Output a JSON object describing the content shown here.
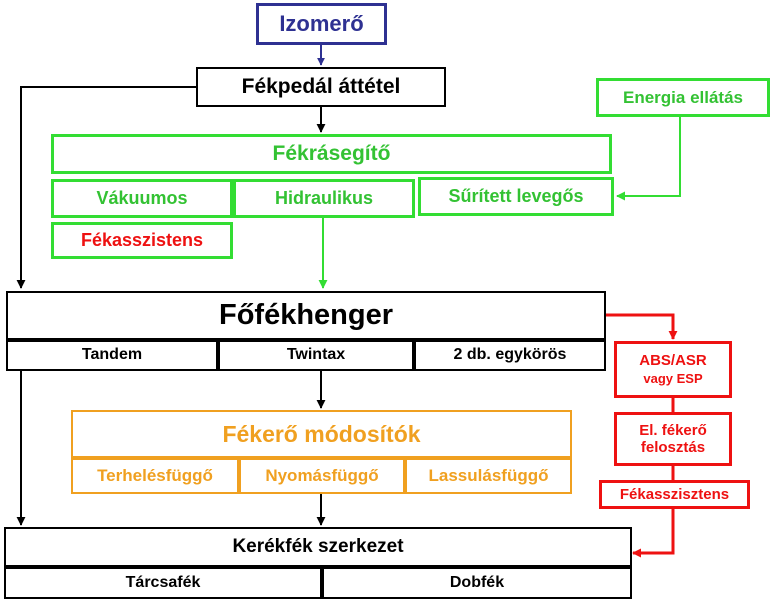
{
  "nodes": {
    "izomero": "Izomerő",
    "fekpedal": "Fékpedál áttétel",
    "energia": "Energia ellátás",
    "fekrasegito": "Fékrásegítő",
    "vakuumos": "Vákuumos",
    "hidraulikus": "Hidraulikus",
    "suritett": "Sűrített levegős",
    "fekasszistens_green": "Fékasszistens",
    "fofekhenger": "Főfékhenger",
    "tandem": "Tandem",
    "twintax": "Twintax",
    "egykoros": "2 db. egykörös",
    "absasr": "ABS/ASR",
    "vagyesp": "vagy ESP",
    "elfekero_1": "El. fékerő",
    "elfekero_2": "felosztás",
    "fekasszisztens_red": "Fékasszisztens",
    "fekeromodositok": "Fékerő módosítók",
    "terhelesfuggo": "Terhelésfüggő",
    "nyomasfuggo": "Nyomásfüggő",
    "lassulasfuggo": "Lassulásfüggő",
    "kerekfek": "Kerékfék szerkezet",
    "tarcsafek": "Tárcsafék",
    "dobfek": "Dobfék"
  },
  "colors": {
    "blue": "#2e3192",
    "black": "#000000",
    "green": "#33dd33",
    "orange": "#f0a020",
    "red": "#ee1111"
  }
}
